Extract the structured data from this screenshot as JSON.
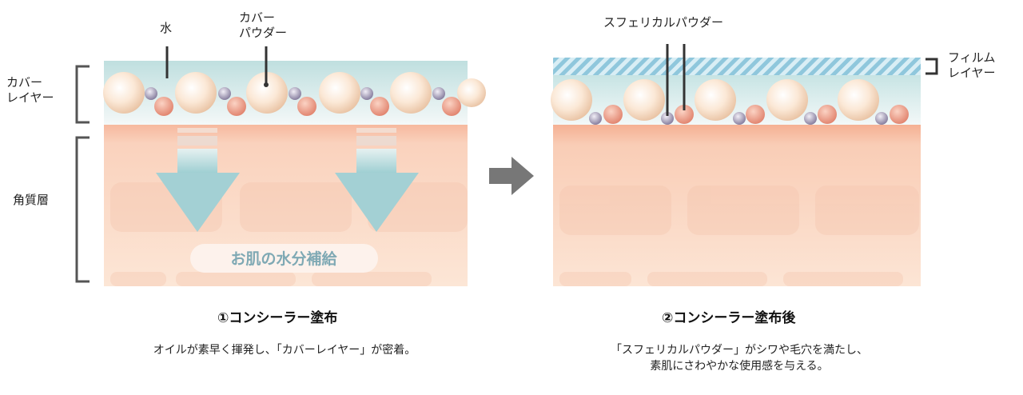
{
  "left": {
    "labels": {
      "water": "水",
      "cover_powder": "カバー\nパウダー",
      "cover_layer": "カバー\nレイヤー",
      "stratum": "角質層",
      "banner": "お肌の水分補給"
    },
    "title": "①コンシーラー塗布",
    "desc": "オイルが素早く揮発し、「カバーレイヤー」が密着。"
  },
  "right": {
    "labels": {
      "spherical_powder": "スフェリカルパウダー",
      "film_layer": "フィルム\nレイヤー"
    },
    "title": "②コンシーラー塗布後",
    "desc_line1": "「スフェリカルパウダー」がシワや毛穴を満たし、",
    "desc_line2": "素肌にさわやかな使用感を与える。"
  },
  "colors": {
    "cover_layer_top": "#cfe6e6",
    "skin_top": "#f7c9b3",
    "skin_bottom": "#fbe3d2",
    "arrow": "#a9d3d6",
    "transition_arrow": "#777777",
    "film_stripe": "#8fc7dc",
    "large_sphere": "#fbe9d8",
    "pink_sphere": "#ef9f87",
    "purple_sphere": "#b9afca"
  }
}
